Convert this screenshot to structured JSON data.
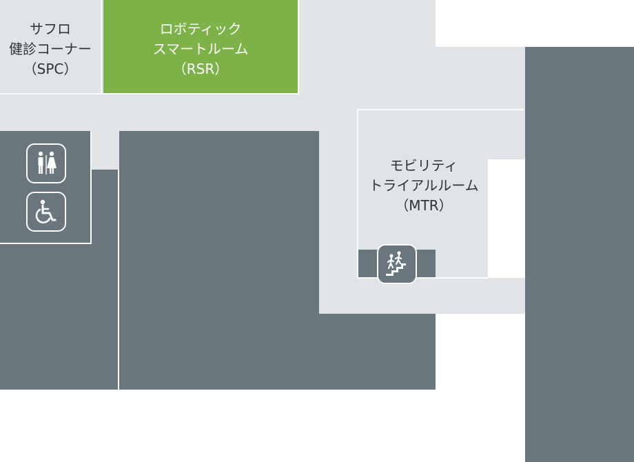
{
  "rooms": {
    "spc": {
      "line1": "サフロ",
      "line2": "健診コーナー",
      "line3": "（SPC）"
    },
    "rsr": {
      "line1": "ロボティック",
      "line2": "スマートルーム",
      "line3": "（RSR）"
    },
    "mtr": {
      "line1": "モビリティ",
      "line2": "トライアルルーム",
      "line3": "（MTR）"
    }
  },
  "icons": {
    "restroom": "restroom-icon",
    "accessible": "wheelchair-icon",
    "stairs": "stairs-icon"
  },
  "colors": {
    "corridor": "#e1e4e6",
    "wall": "#69767d",
    "highlight": "#7db248",
    "icon_fg": "#ffffff"
  }
}
